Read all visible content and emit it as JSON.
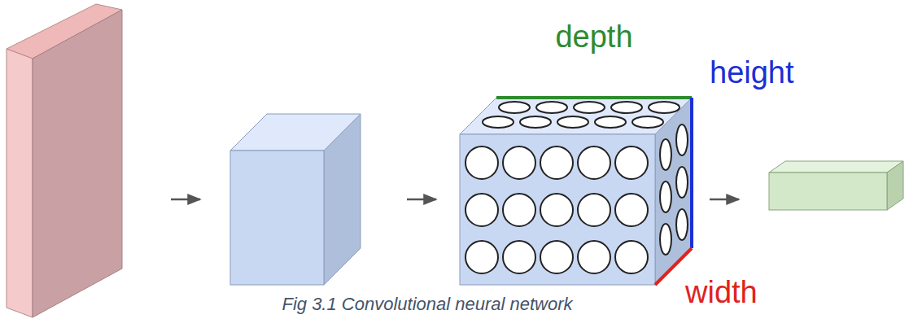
{
  "diagram": {
    "caption": "Fig 3.1 Convolutional neural network",
    "labels": [
      "depth",
      "height",
      "width"
    ]
  }
}
